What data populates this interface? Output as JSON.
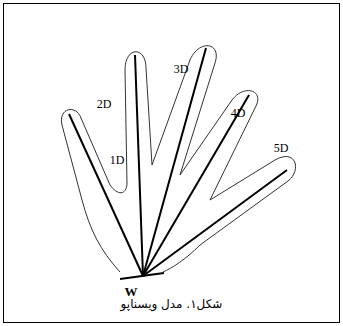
{
  "diagram": {
    "caption": "شکل۱. مدل ویسناپو",
    "labels": [
      "1D",
      "2D",
      "3D",
      "4D",
      "5D",
      "W"
    ]
  }
}
